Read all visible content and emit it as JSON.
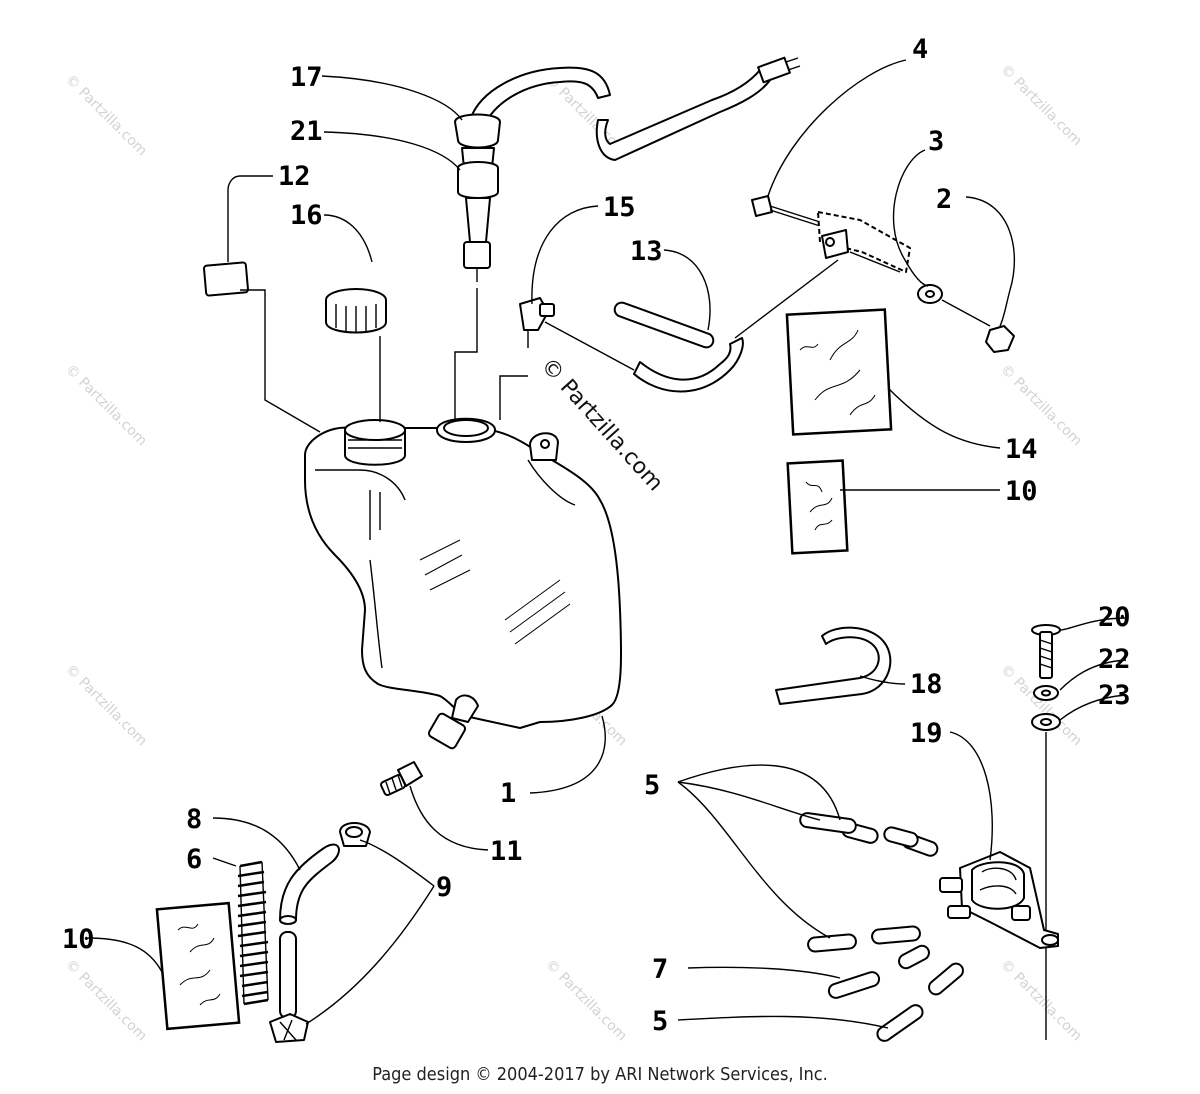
{
  "watermark": {
    "text": "© Partzilla.com",
    "center_text": "© Partzilla.com"
  },
  "callouts": {
    "c1": "1",
    "c2": "2",
    "c3": "3",
    "c4": "4",
    "c5a": "5",
    "c5b": "5",
    "c6": "6",
    "c7": "7",
    "c8": "8",
    "c9": "9",
    "c10a": "10",
    "c10b": "10",
    "c11": "11",
    "c12": "12",
    "c13": "13",
    "c14": "14",
    "c15": "15",
    "c16": "16",
    "c17": "17",
    "c18": "18",
    "c19": "19",
    "c20": "20",
    "c21": "21",
    "c22": "22",
    "c23": "23"
  },
  "footer": {
    "text": "Page design © 2004-2017 by ARI Network Services, Inc."
  }
}
